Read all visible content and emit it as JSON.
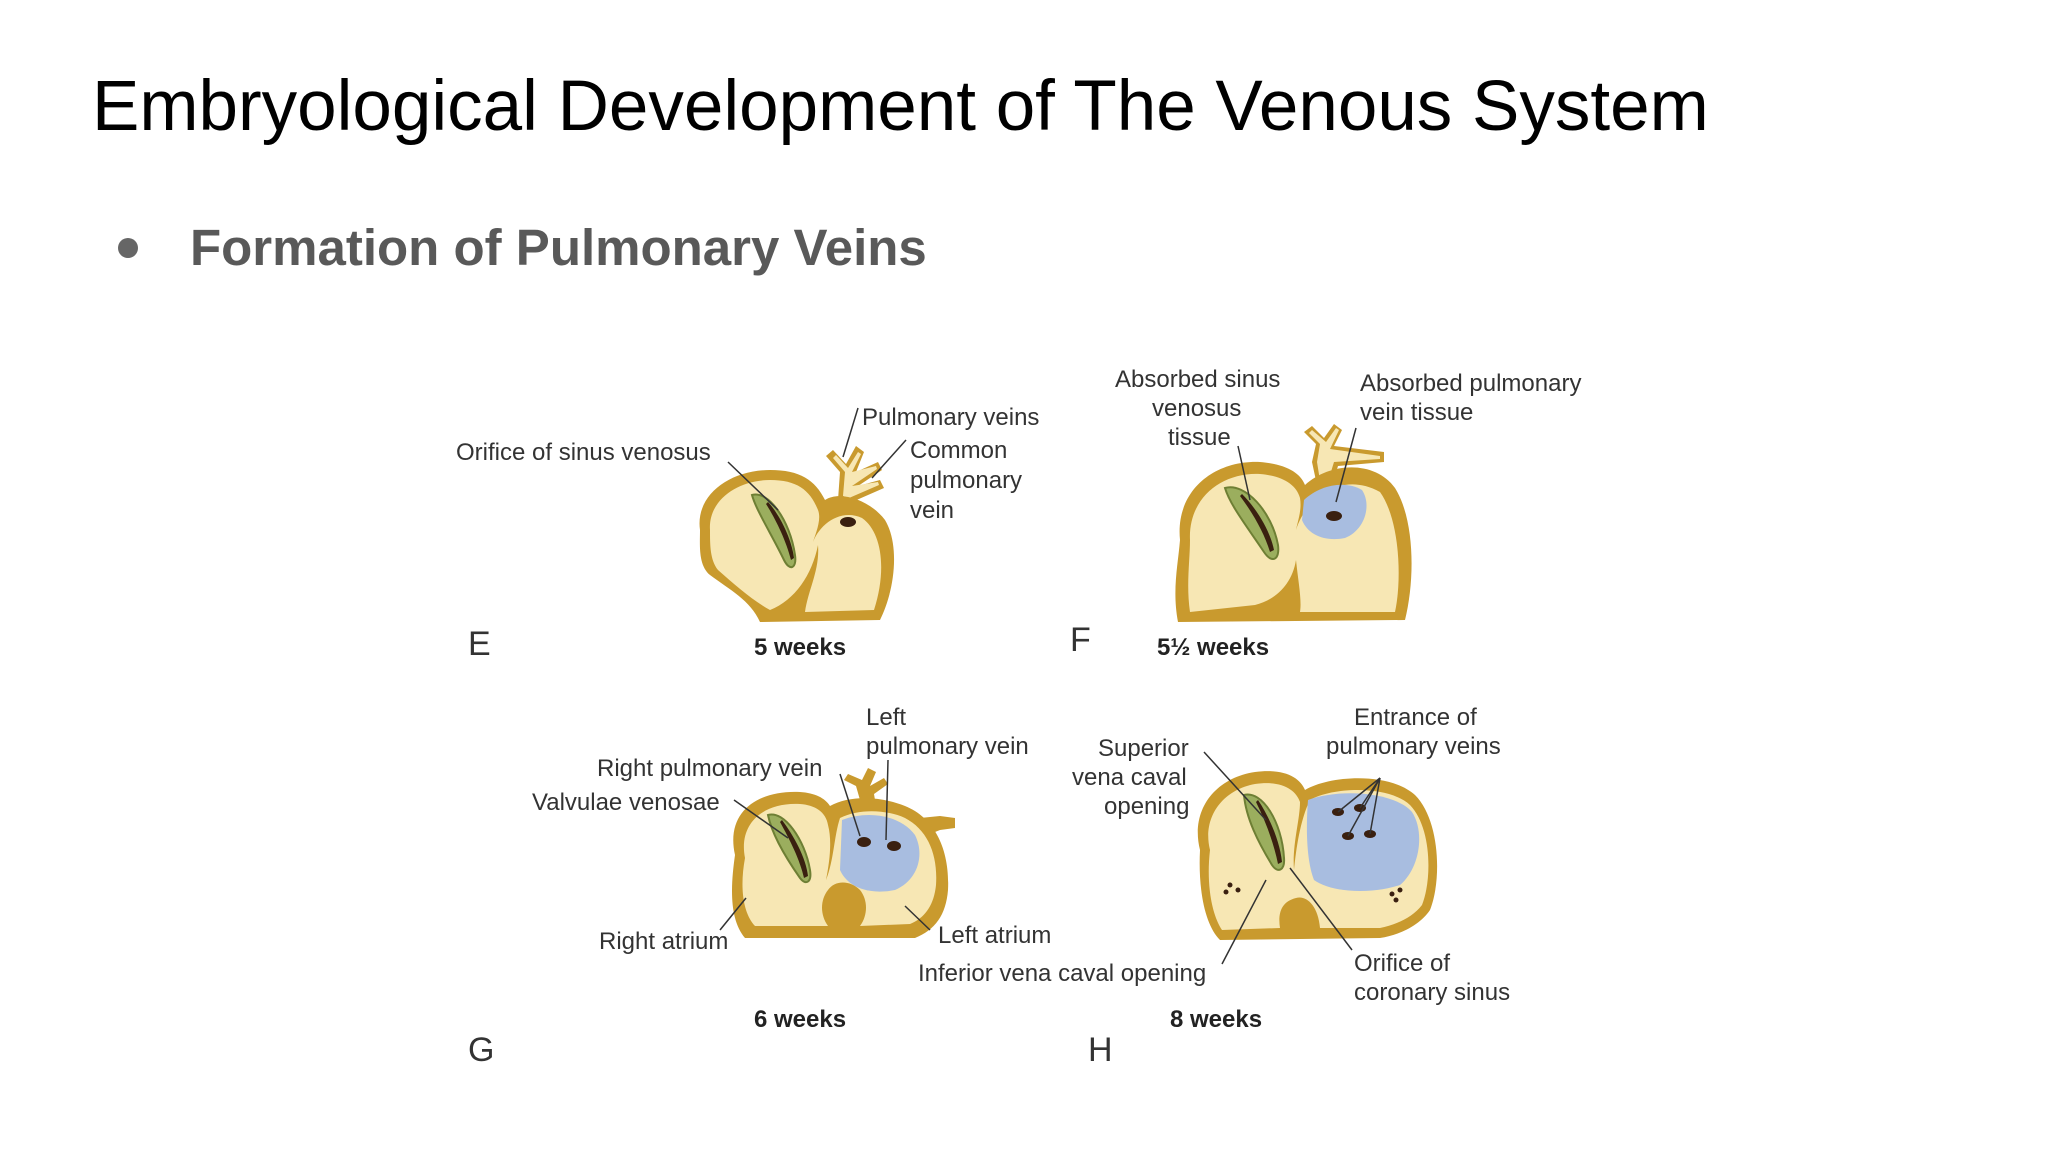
{
  "slide": {
    "title": "Embryological Development of The Venous System",
    "bullet": "Formation of Pulmonary Veins"
  },
  "figure": {
    "panels": [
      {
        "letter": "E",
        "age": "5 weeks",
        "labels": [
          "Orifice of sinus venosus",
          "Pulmonary veins",
          "Common",
          "pulmonary",
          "vein"
        ]
      },
      {
        "letter": "F",
        "age": "5½ weeks",
        "labels": [
          "Absorbed sinus",
          "venosus",
          "tissue",
          "Absorbed pulmonary",
          "vein tissue"
        ]
      },
      {
        "letter": "G",
        "age": "6 weeks",
        "labels": [
          "Left",
          "pulmonary vein",
          "Right pulmonary vein",
          "Valvulae venosae",
          "Right atrium",
          "Left atrium"
        ]
      },
      {
        "letter": "H",
        "age": "8 weeks",
        "labels": [
          "Superior",
          "vena caval",
          "opening",
          "Entrance of",
          "pulmonary veins",
          "Inferior vena caval opening",
          "Orifice of",
          "coronary sinus"
        ]
      }
    ]
  },
  "colors": {
    "shell": "#c99a2e",
    "cream": "#f7e7b4",
    "sinus_tissue": "#9bae5e",
    "pulmonary_tissue": "#a8bde0"
  }
}
